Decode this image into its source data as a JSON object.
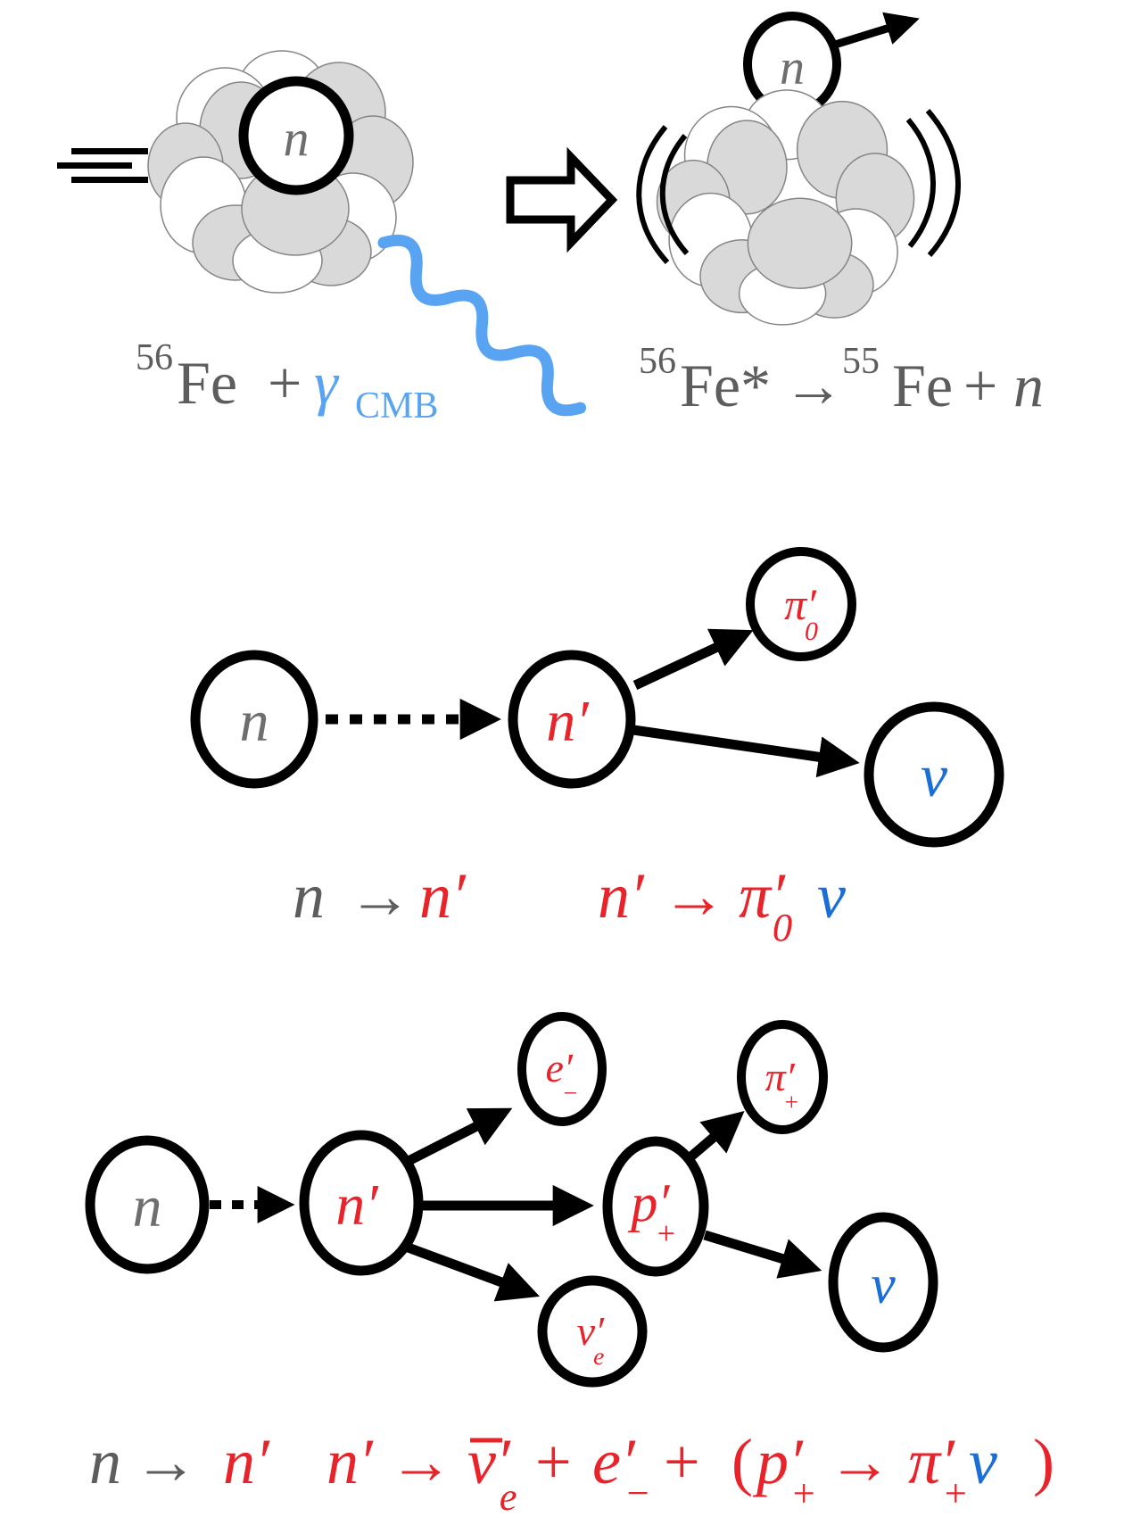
{
  "colors": {
    "red": "#e8232a",
    "blue": "#1b6ed6",
    "light_blue": "#58a4f2",
    "gray": "#5d5d5d",
    "node_gray": "#6e6e6e",
    "black": "#000000",
    "cluster_fill": "#d9d9d9"
  },
  "top": {
    "left_nucleus": {
      "particle_label": "n"
    },
    "right_nucleus": {
      "particle_label": "n"
    },
    "caption_left": {
      "mass_sup": "56",
      "element": "Fe",
      "plus": "+",
      "gamma": "γ",
      "gamma_sub": "CMB"
    },
    "caption_right": {
      "mass_sup": "56",
      "element_star": "Fe*",
      "arrow": "→",
      "mass2_sup": "55",
      "element2": "Fe",
      "plus": "+",
      "neutron": "n"
    }
  },
  "middle": {
    "nodes": {
      "n": {
        "label": "n"
      },
      "nprime": {
        "label": "n′"
      },
      "pi0": {
        "label": "π′",
        "sub": "0"
      },
      "nu": {
        "label": "ν"
      }
    },
    "caption": [
      {
        "text": "n",
        "color": "#5d5d5d"
      },
      {
        "text": "→",
        "color": "#5d5d5d"
      },
      {
        "text": "n′",
        "color": "#e8232a"
      },
      {
        "text": "n′",
        "color": "#e8232a"
      },
      {
        "text": "→",
        "color": "#e8232a"
      },
      {
        "text": "π′",
        "sub": "0",
        "color": "#e8232a"
      },
      {
        "text": "ν",
        "color": "#1b6ed6"
      }
    ]
  },
  "bottom": {
    "nodes": {
      "n": {
        "label": "n"
      },
      "nprime": {
        "label": "n′"
      },
      "eminus": {
        "label": "e′",
        "sub": "−"
      },
      "nue": {
        "label": "ν′",
        "sub": "e"
      },
      "pplus": {
        "label": "p′",
        "sub": "+"
      },
      "piplus": {
        "label": "π′",
        "sub": "+"
      },
      "nu": {
        "label": "ν"
      }
    },
    "caption": [
      {
        "text": "n",
        "color": "#5d5d5d"
      },
      {
        "text": "→",
        "color": "#5d5d5d"
      },
      {
        "text": "n′",
        "color": "#e8232a"
      },
      {
        "text": "n′",
        "color": "#e8232a"
      },
      {
        "text": "→",
        "color": "#e8232a"
      },
      {
        "text": "ν′",
        "sub": "e",
        "bar": true,
        "color": "#e8232a"
      },
      {
        "text": "+",
        "color": "#e8232a"
      },
      {
        "text": "e′",
        "sub": "−",
        "color": "#e8232a"
      },
      {
        "text": "+",
        "color": "#e8232a"
      },
      {
        "text": "(",
        "color": "#e8232a"
      },
      {
        "text": "p′",
        "sub": "+",
        "color": "#e8232a"
      },
      {
        "text": "→",
        "color": "#e8232a"
      },
      {
        "text": "π′",
        "sub": "+",
        "color": "#e8232a"
      },
      {
        "text": "ν",
        "color": "#1b6ed6"
      },
      {
        "text": ")",
        "color": "#e8232a"
      }
    ]
  }
}
